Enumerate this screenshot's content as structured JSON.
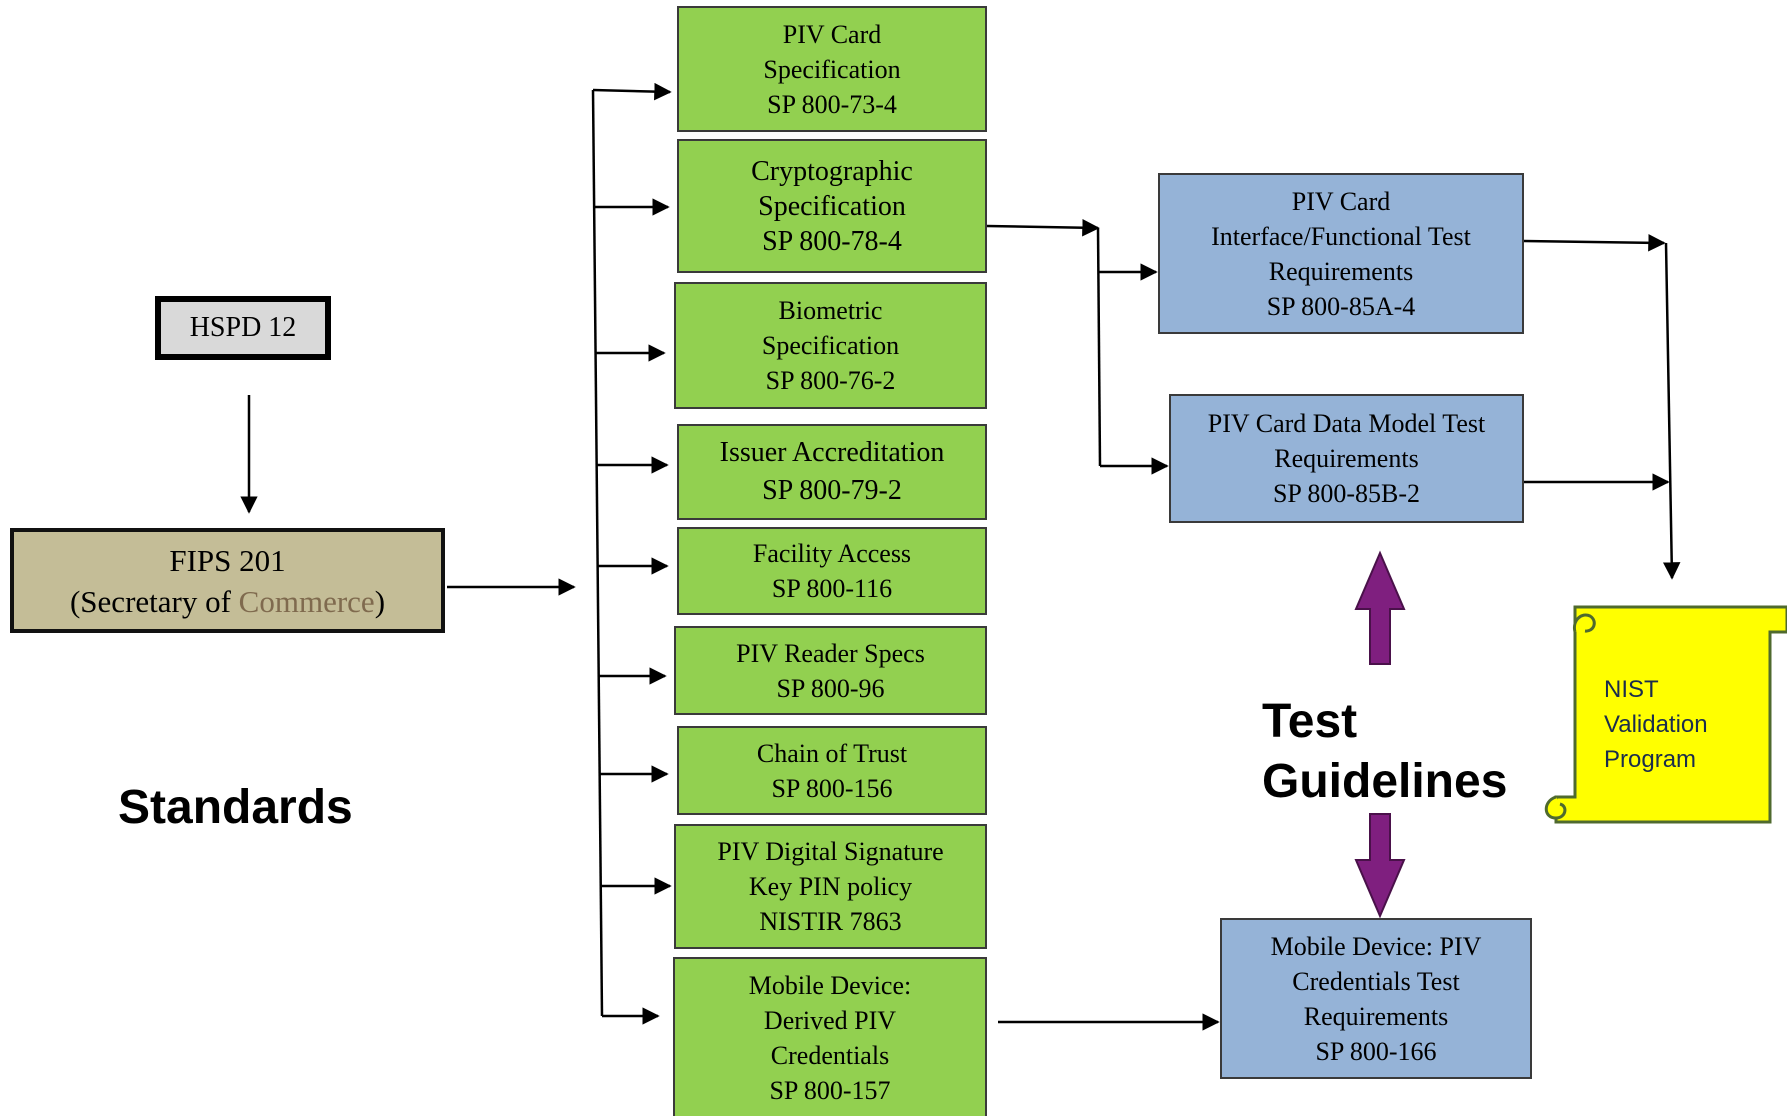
{
  "hspd": "HSPD 12",
  "fips": {
    "line1": "FIPS 201",
    "open": "(Secretary of ",
    "commerce": "Commerce",
    "close": ")"
  },
  "standards_label": "Standards",
  "test_guidelines": {
    "line1": "Test",
    "line2": "Guidelines"
  },
  "specs": [
    {
      "lines": [
        "PIV Card",
        "Specification",
        "SP 800-73-4"
      ]
    },
    {
      "lines": [
        "Cryptographic",
        "Specification",
        "SP 800-78-4"
      ]
    },
    {
      "lines": [
        "Biometric",
        "Specification",
        "SP 800-76-2"
      ]
    },
    {
      "lines": [
        "Issuer Accreditation",
        "SP 800-79-2"
      ]
    },
    {
      "lines": [
        "Facility Access",
        "SP 800-116"
      ]
    },
    {
      "lines": [
        "PIV Reader Specs",
        "SP 800-96"
      ]
    },
    {
      "lines": [
        "Chain of Trust",
        "SP 800-156"
      ]
    },
    {
      "lines": [
        "PIV Digital Signature",
        "Key PIN policy",
        "NISTIR 7863"
      ]
    },
    {
      "lines": [
        "Mobile Device:",
        "Derived PIV",
        "Credentials",
        "SP 800-157"
      ]
    }
  ],
  "tests": [
    {
      "lines": [
        "PIV Card",
        "Interface/Functional Test",
        "Requirements",
        "SP 800-85A-4"
      ]
    },
    {
      "lines": [
        "PIV Card Data Model Test",
        "Requirements",
        "SP 800-85B-2"
      ]
    },
    {
      "lines": [
        "Mobile Device: PIV",
        "Credentials Test",
        "Requirements",
        "SP 800-166"
      ]
    }
  ],
  "nist_program": {
    "line1": "NIST",
    "line2": "Validation",
    "line3": "Program"
  },
  "colors": {
    "spec_fill": "#92d050",
    "test_fill": "#95b3d7",
    "fips_fill": "#c4bd97",
    "hspd_fill": "#d9d9d9",
    "scroll_fill": "#ffff00",
    "scroll_outline": "#4f6a2e",
    "purple_arrow": "#7f1f7f"
  }
}
